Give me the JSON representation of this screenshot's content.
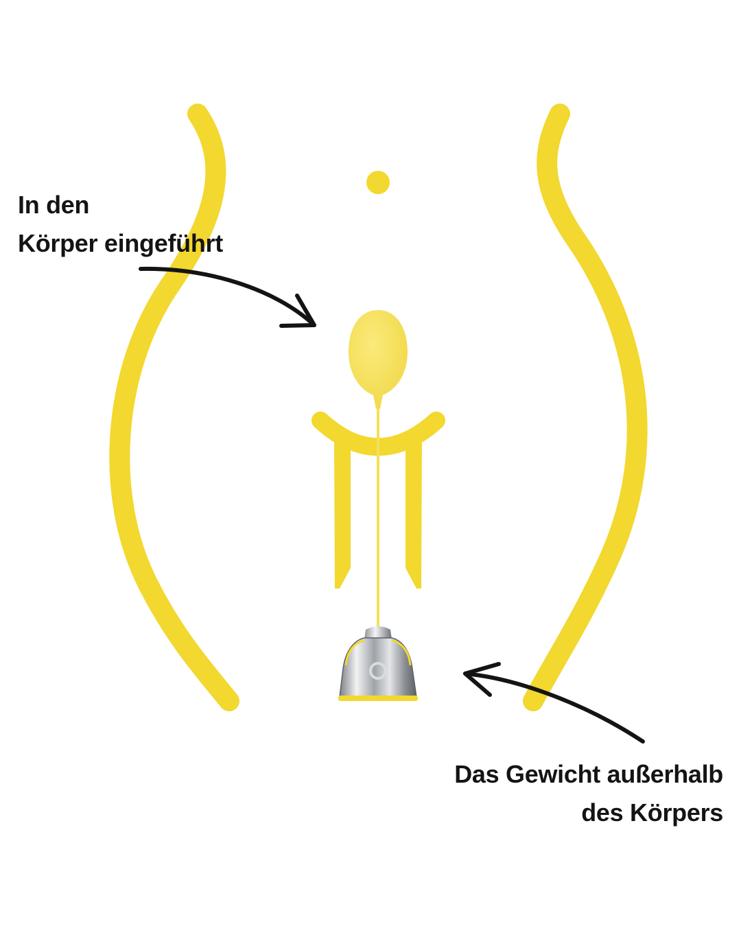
{
  "labels": {
    "inserted": {
      "line1": "In den",
      "line2": "Körper eingeführt"
    },
    "weight": {
      "line1": "Das Gewicht außerhalb",
      "line2": "des Körpers"
    }
  },
  "colors": {
    "accent_yellow": "#F2D82F",
    "egg_yellow": "#F6DF5A",
    "arrow": "#141414",
    "metal": "#B9BCC0",
    "background": "#FFFFFF"
  },
  "icons": {
    "inserted_part": "egg-icon",
    "external_part": "metal-bell-weight-icon"
  }
}
